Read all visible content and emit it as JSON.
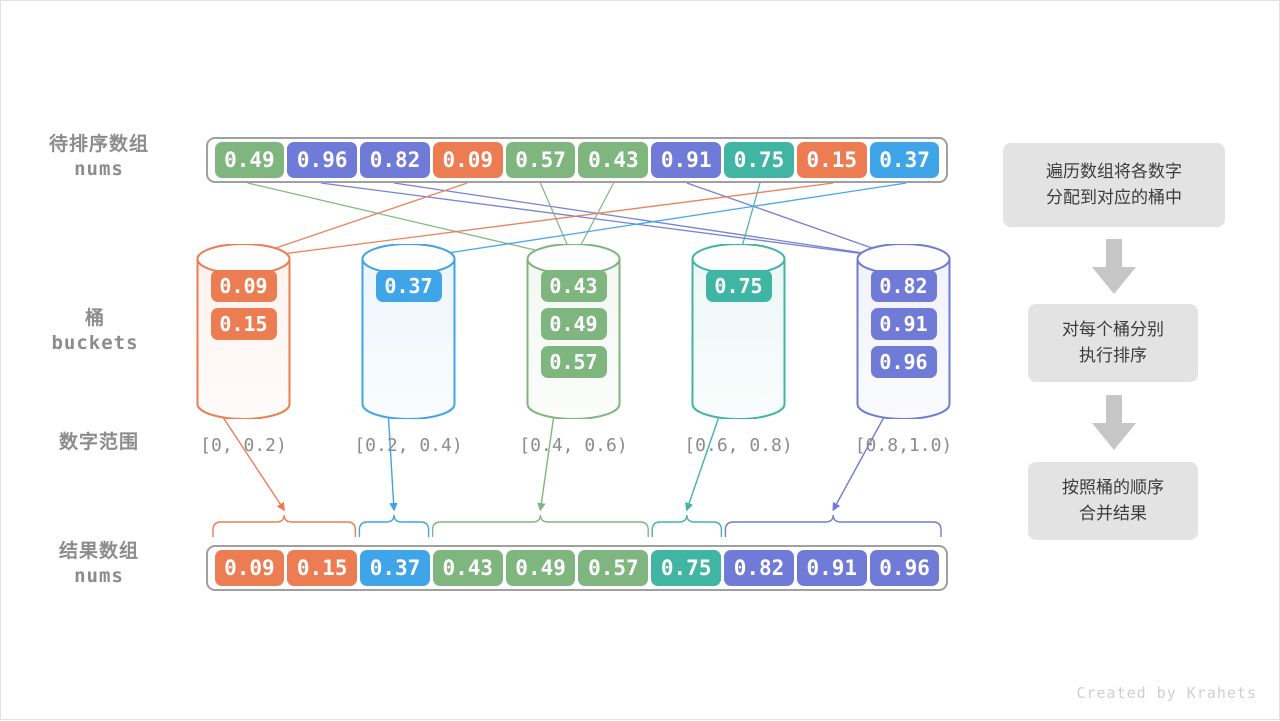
{
  "labels": {
    "input_cn": "待排序数组",
    "input_en": "nums",
    "buckets_cn": "桶",
    "buckets_en": "buckets",
    "range_cn": "数字范围",
    "result_cn": "结果数组",
    "result_en": "nums"
  },
  "colors": {
    "orange": "#ec7c52",
    "blue": "#3fa4e8",
    "green": "#7fb680",
    "teal": "#41b5a3",
    "purple": "#6f7bd6",
    "array_border": "#a0a0a0",
    "label_gray": "#8c8c8c",
    "note_bg": "#e3e3e3",
    "note_text": "#3c3c3c",
    "arrow_gray": "#c6c6c6",
    "credit": "#cfcfcf"
  },
  "input_array": [
    {
      "value": "0.49",
      "color": "green"
    },
    {
      "value": "0.96",
      "color": "purple"
    },
    {
      "value": "0.82",
      "color": "purple"
    },
    {
      "value": "0.09",
      "color": "orange"
    },
    {
      "value": "0.57",
      "color": "green"
    },
    {
      "value": "0.43",
      "color": "green"
    },
    {
      "value": "0.91",
      "color": "purple"
    },
    {
      "value": "0.75",
      "color": "teal"
    },
    {
      "value": "0.15",
      "color": "orange"
    },
    {
      "value": "0.37",
      "color": "blue"
    }
  ],
  "buckets": [
    {
      "range": "[0, 0.2)",
      "color": "orange",
      "items": [
        "0.09",
        "0.15"
      ]
    },
    {
      "range": "[0.2, 0.4)",
      "color": "blue",
      "items": [
        "0.37"
      ]
    },
    {
      "range": "[0.4, 0.6)",
      "color": "green",
      "items": [
        "0.43",
        "0.49",
        "0.57"
      ]
    },
    {
      "range": "[0.6, 0.8)",
      "color": "teal",
      "items": [
        "0.75"
      ]
    },
    {
      "range": "[0.8,1.0)",
      "color": "purple",
      "items": [
        "0.82",
        "0.91",
        "0.96"
      ]
    }
  ],
  "result_array": [
    {
      "value": "0.09",
      "color": "orange"
    },
    {
      "value": "0.15",
      "color": "orange"
    },
    {
      "value": "0.37",
      "color": "blue"
    },
    {
      "value": "0.43",
      "color": "green"
    },
    {
      "value": "0.49",
      "color": "green"
    },
    {
      "value": "0.57",
      "color": "green"
    },
    {
      "value": "0.75",
      "color": "teal"
    },
    {
      "value": "0.82",
      "color": "purple"
    },
    {
      "value": "0.91",
      "color": "purple"
    },
    {
      "value": "0.96",
      "color": "purple"
    }
  ],
  "notes": [
    {
      "line1": "遍历数组将各数字",
      "line2": "分配到对应的桶中"
    },
    {
      "line1": "对每个桶分别",
      "line2": "执行排序"
    },
    {
      "line1": "按照桶的顺序",
      "line2": "合并结果"
    }
  ],
  "credit": "Created by Krahets"
}
